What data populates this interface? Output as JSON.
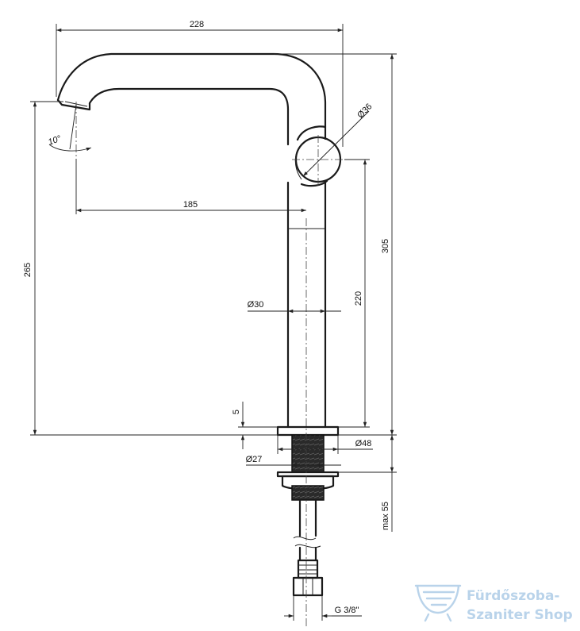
{
  "dimensions": {
    "overall_reach": "228",
    "inner_reach": "185",
    "spout_angle": "10°",
    "handle_diameter": "Ø36",
    "body_diameter": "Ø30",
    "spout_height": "265",
    "handle_height": "220",
    "total_height": "305",
    "base_height": "5",
    "base_diameter": "Ø48",
    "thread_diameter": "Ø27",
    "max_mounting": "max 55",
    "connection": "G 3/8\""
  },
  "watermark": {
    "line1": "Fürdőszoba-",
    "line2": "Szaniter Shop",
    "icon": "bathtub-icon",
    "color": "#b9d3ea"
  }
}
